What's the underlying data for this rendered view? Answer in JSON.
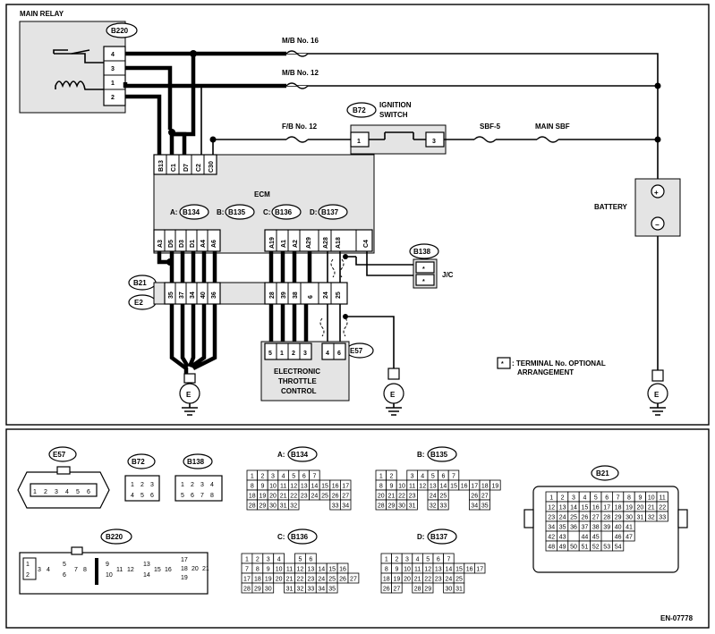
{
  "labels": {
    "main_relay": "MAIN RELAY",
    "mb16": "M/B No. 16",
    "mb12": "M/B No. 12",
    "fb12": "F/B No. 12",
    "ignition_switch_1": "IGNITION",
    "ignition_switch_2": "SWITCH",
    "sbf5": "SBF-5",
    "main_sbf": "MAIN SBF",
    "battery": "BATTERY",
    "ecm": "ECM",
    "jc": "J/C",
    "etc_1": "ELECTRONIC",
    "etc_2": "THROTTLE",
    "etc_3": "CONTROL",
    "note_1": ": TERMINAL No. OPTIONAL",
    "note_2": "ARRANGEMENT",
    "note_star": "*",
    "ground": "E",
    "doc_code": "EN-07778",
    "plus": "+",
    "minus": "−"
  },
  "connectors": {
    "b220": "B220",
    "b72": "B72",
    "b138": "B138",
    "b21": "B21",
    "e2": "E2",
    "e57": "E57",
    "a_prefix": "A:",
    "b_prefix": "B:",
    "c_prefix": "C:",
    "d_prefix": "D:",
    "b134": "B134",
    "b135": "B135",
    "b136": "B136",
    "b137": "B137"
  },
  "relay_pins": [
    "4",
    "3",
    "1",
    "2"
  ],
  "ecm_top_pins": [
    "B13",
    "C1",
    "D7",
    "C2",
    "C30"
  ],
  "ecm_bottom_pins": [
    "A3",
    "D5",
    "D3",
    "D1",
    "A4",
    "A6",
    "A19",
    "A1",
    "A2",
    "A29",
    "A28",
    "A18",
    "C4"
  ],
  "b21_pins": [
    "35",
    "37",
    "34",
    "40",
    "36",
    "28",
    "39",
    "38",
    "6",
    "24",
    "25"
  ],
  "etc_pins": [
    "5",
    "1",
    "2",
    "3",
    "4",
    "6"
  ],
  "ign_pins": [
    "1",
    "3"
  ],
  "jc_pins": [
    "*",
    "*"
  ],
  "face": {
    "e57": [
      "1",
      "2",
      "3",
      "4",
      "5",
      "6"
    ],
    "b72": [
      "1",
      "2",
      "3",
      "4",
      "5",
      "6"
    ],
    "b138": [
      "1",
      "2",
      "3",
      "4",
      "5",
      "6",
      "7",
      "8"
    ],
    "b134": [
      [
        "1",
        "2",
        "3",
        "4",
        "5",
        "6",
        "7"
      ],
      [
        "8",
        "9",
        "10",
        "11",
        "12",
        "13",
        "14",
        "15",
        "16",
        "17"
      ],
      [
        "18",
        "19",
        "20",
        "21",
        "22",
        "23",
        "24",
        "25",
        "26",
        "27"
      ],
      [
        "28",
        "29",
        "30",
        "31",
        "32",
        "",
        "",
        "",
        "33",
        "34"
      ]
    ],
    "b135": [
      [
        "1",
        "2",
        "",
        "3",
        "4",
        "5",
        "6",
        "7"
      ],
      [
        "8",
        "9",
        "10",
        "11",
        "12",
        "13",
        "14",
        "15",
        "16",
        "17",
        "18",
        "19"
      ],
      [
        "20",
        "21",
        "22",
        "23",
        "",
        "24",
        "25",
        "",
        "",
        "26",
        "27"
      ],
      [
        "28",
        "29",
        "30",
        "31",
        "",
        "32",
        "33",
        "",
        "",
        "34",
        "35"
      ]
    ],
    "b136": [
      [
        "1",
        "2",
        "3",
        "4",
        "",
        "5",
        "6"
      ],
      [
        "7",
        "8",
        "9",
        "10",
        "11",
        "12",
        "13",
        "14",
        "15",
        "16"
      ],
      [
        "17",
        "18",
        "19",
        "20",
        "21",
        "22",
        "23",
        "24",
        "25",
        "26",
        "27"
      ],
      [
        "28",
        "29",
        "30",
        "",
        "31",
        "32",
        "33",
        "34",
        "35"
      ]
    ],
    "b137": [
      [
        "1",
        "2",
        "3",
        "4",
        "5",
        "6",
        "7"
      ],
      [
        "8",
        "9",
        "10",
        "11",
        "12",
        "13",
        "14",
        "15",
        "16",
        "17"
      ],
      [
        "18",
        "19",
        "20",
        "21",
        "22",
        "23",
        "24",
        "25"
      ],
      [
        "26",
        "27",
        "",
        "28",
        "29",
        "",
        "30",
        "31"
      ]
    ],
    "b220": [
      "1",
      "2",
      "3",
      "4",
      "5",
      "6",
      "7",
      "8",
      "9",
      "10",
      "11",
      "12",
      "13",
      "14",
      "15",
      "16",
      "17",
      "18",
      "19",
      "20",
      "21"
    ],
    "b21": [
      [
        "1",
        "2",
        "3",
        "4",
        "5",
        "6",
        "7",
        "8",
        "9",
        "10",
        "11"
      ],
      [
        "12",
        "13",
        "14",
        "15",
        "16",
        "17",
        "18",
        "19",
        "20",
        "21",
        "22"
      ],
      [
        "23",
        "24",
        "25",
        "26",
        "27",
        "28",
        "29",
        "30",
        "31",
        "32",
        "33"
      ],
      [
        "34",
        "35",
        "36",
        "37",
        "38",
        "39",
        "40",
        "41"
      ],
      [
        "42",
        "43",
        "",
        "44",
        "45",
        "",
        "46",
        "47"
      ],
      [
        "48",
        "49",
        "50",
        "51",
        "52",
        "53",
        "54"
      ]
    ]
  }
}
